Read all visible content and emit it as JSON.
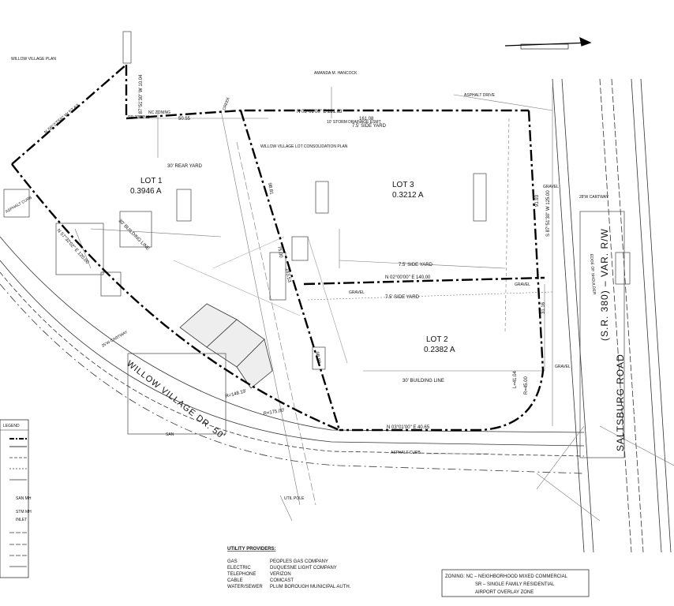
{
  "lots": [
    {
      "name": "LOT 1",
      "area": "0.3946 A"
    },
    {
      "name": "LOT 3",
      "area": "0.3212 A"
    },
    {
      "name": "LOT 2",
      "area": "0.2382 A"
    }
  ],
  "bearings": {
    "north_boundary": "N 03°01'00\" E 221.63",
    "northwest": "N 58°27'58\" W 57.63",
    "west_lower": "N 57°32'02\" E 120.00",
    "middle_line": "N 02°00'00\" E 140.00",
    "south": "N 03°01'00\" E 40.65",
    "east_upper": "S 87°51'30\" W 125.00",
    "nw_short": "S 87°51'30\" W 10.04",
    "lot3_inner": "161.08",
    "west_seg": "50.55",
    "arc1": "R=148.19'",
    "arc2": "R=175.00'",
    "east_seg1": "91.93",
    "east_seg2": "31.16",
    "center_vert1": "98.81",
    "center_vert2": "75.00",
    "center_vert3": "163.53",
    "center_vert4": "98.80",
    "curve_se": "L=41.04",
    "curve_se2": "R=45.00"
  },
  "notes": {
    "rear_yard": "30' REAR YARD",
    "building_line_1": "30' BUILDING LINE",
    "building_line_2": "30' BUILDING LINE",
    "side_yard_1": "7.5' SIDE YARD",
    "side_yard_2": "7.5' SIDE YARD",
    "side_yard_3": "7.5' SIDE YARD",
    "gravel_1": "GRAVEL",
    "gravel_2": "GRAVEL",
    "gravel_3": "GRAVEL",
    "gravel_4": "GRAVEL",
    "asphalt_drive": "ASPHALT DRIVE",
    "asphalt_curb_1": "ASPHALT CURB",
    "asphalt_curb_2": "ASPHALT CURB",
    "cartway_1": "28'W CARTWAY",
    "cartway_2": "25'W CARTWAY",
    "creek": "CREEK",
    "storm_easement": "10' STORM DRAINAGE ESMT",
    "consolidation": "WILLOW VILLAGE LOT CONSOLIDATION PLAN",
    "sw_zoning": "SR ZONING",
    "nc_zoning": "NC ZONING",
    "edge_shoulder": "EDGE OF SHOULDER",
    "owner_1": "WILLOW VILLAGE PLAN",
    "owner_2": "AMANDA M. HANCOCK",
    "utility_pole": "UTIL POLE",
    "san_label": "SAN"
  },
  "roads": {
    "willow": "WILLOW VILLAGE DR. 50'",
    "saltsburg": "SALTSBURG ROAD",
    "route": "(S.R. 380) – VAR. R/W"
  },
  "legend": {
    "title": "LEGEND",
    "items": [
      "SAN MH",
      "STM MH",
      "INLET"
    ]
  },
  "utility": {
    "title": "UTILITY PROVIDERS:",
    "rows": [
      {
        "type": "GAS",
        "provider": "PEOPLES GAS COMPANY"
      },
      {
        "type": "ELECTRIC",
        "provider": "DUQUESNE LIGHT COMPANY"
      },
      {
        "type": "TELEPHONE",
        "provider": "VERIZON"
      },
      {
        "type": "CABLE",
        "provider": "COMCAST"
      },
      {
        "type": "WATER/SEWER",
        "provider": "PLUM BOROUGH MUNICIPAL AUTH."
      }
    ]
  },
  "zoning": {
    "line1": "ZONING: NC – NEIGHBORHOOD MIXED COMMERCIAL",
    "line2": "SR – SINGLE FAMILY RESIDENTIAL",
    "line3": "AIRPORT OVERLAY ZONE"
  }
}
